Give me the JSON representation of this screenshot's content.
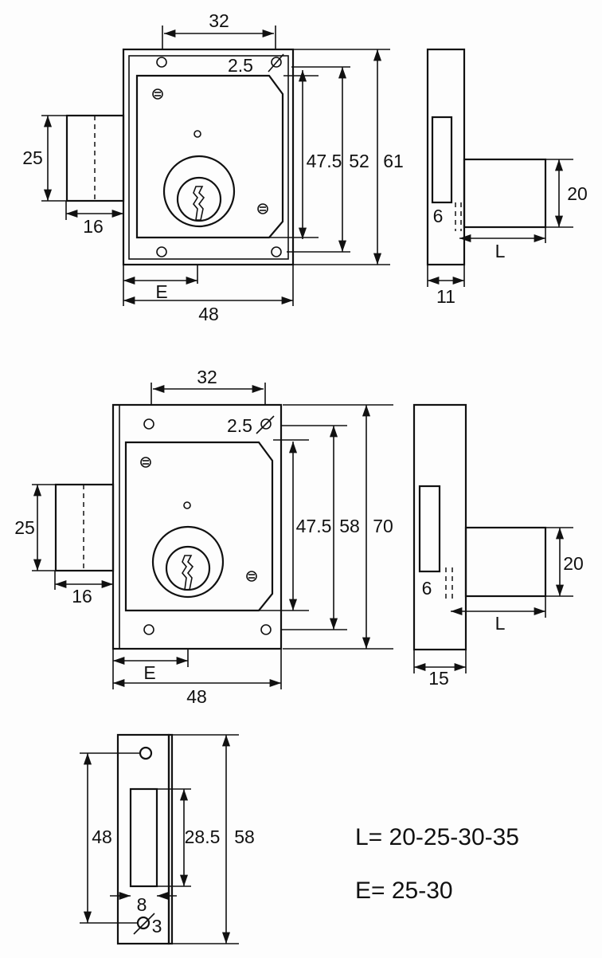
{
  "lock_61": {
    "width_32": "32",
    "hole_2_5": "2.5",
    "height_47_5": "47.5",
    "height_52": "52",
    "height_61": "61",
    "bolt_25": "25",
    "bolt_16": "16",
    "backset_E": "E",
    "width_48": "48",
    "side_20": "20",
    "side_6": "6",
    "side_L": "L",
    "side_11": "11"
  },
  "lock_70": {
    "width_32": "32",
    "hole_2_5": "2.5",
    "height_47_5": "47.5",
    "height_58": "58",
    "height_70": "70",
    "bolt_25": "25",
    "bolt_16": "16",
    "backset_E": "E",
    "width_48": "48",
    "side_20": "20",
    "side_6": "6",
    "side_L": "L",
    "side_15": "15"
  },
  "strike": {
    "height_48": "48",
    "height_28_5": "28.5",
    "height_58": "58",
    "width_8": "8",
    "hole_3": "3"
  },
  "notes": {
    "L_values": "L= 20-25-30-35",
    "E_values": "E= 25-30"
  }
}
